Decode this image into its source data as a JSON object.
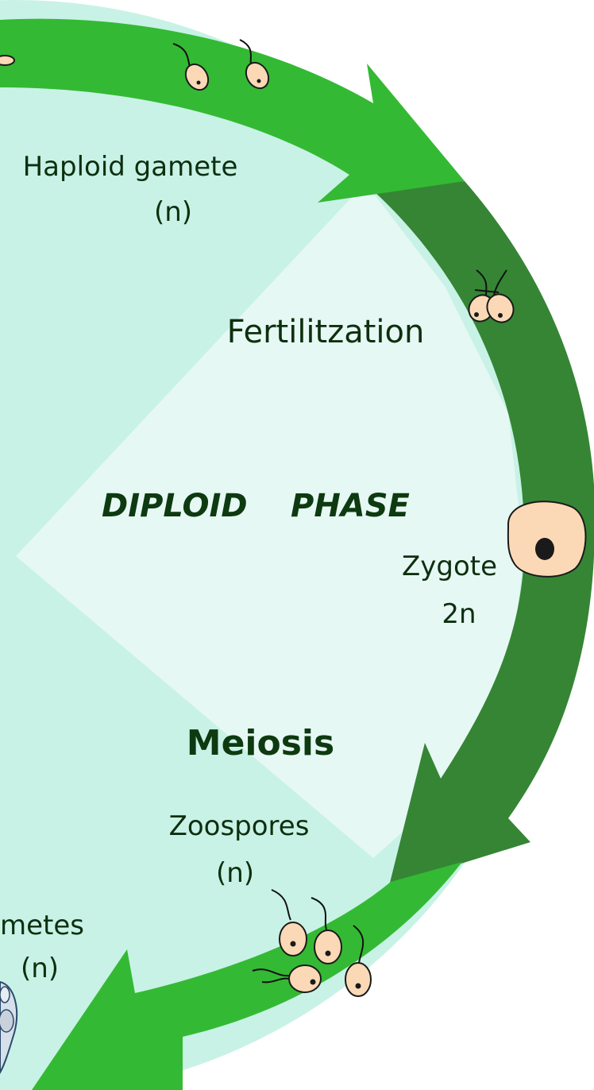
{
  "colors": {
    "haploid_background": "#c8f2e6",
    "diploid_background": "#e6f8f4",
    "haploid_arrow": "#34b934",
    "diploid_arrow": "#358535",
    "cell_fill": "#fcd9b6",
    "text": "#0d2f0f"
  },
  "labels": {
    "haploid_gamete": "Haploid gamete",
    "haploid_gamete_ploidy": "(n)",
    "fertilization": "Fertilitzation",
    "diploid_phase_word1": "DIPLOID",
    "diploid_phase_word2": "PHASE",
    "zygote": "Zygote",
    "zygote_ploidy": "2n",
    "meiosis": "Meiosis",
    "zoospores": "Zoospores",
    "zoospores_ploidy": "(n)",
    "gametes_partial": "metes",
    "gametes_ploidy": "(n)"
  },
  "icons": [
    "flagellated-gamete-icon",
    "fusing-gametes-icon",
    "zygote-cell-icon",
    "zoospore-icon",
    "gametangium-icon"
  ]
}
